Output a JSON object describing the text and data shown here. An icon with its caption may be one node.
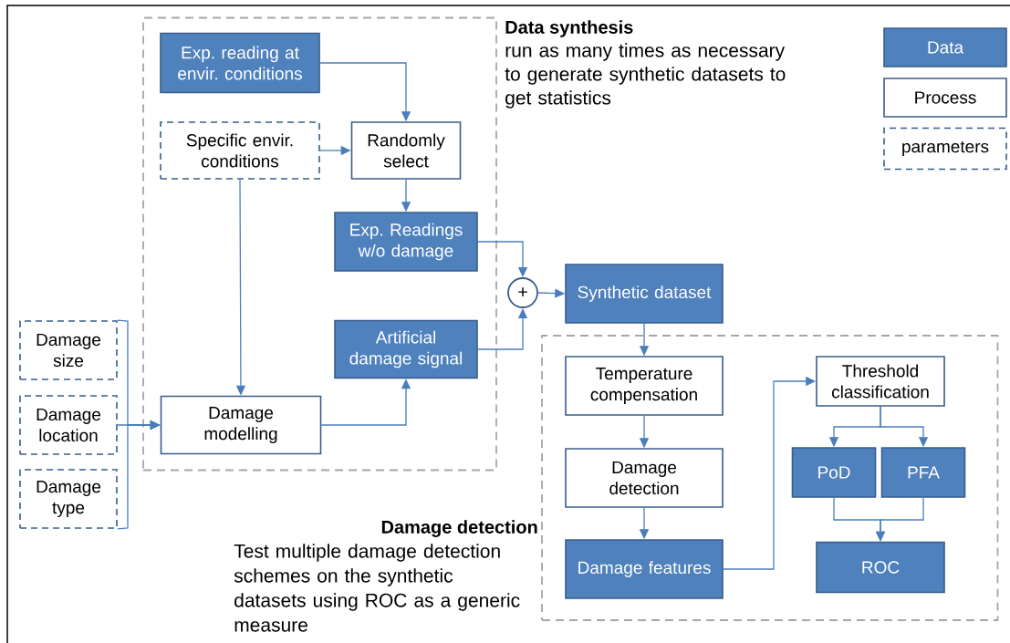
{
  "diagram": {
    "nodes": [
      {
        "text": [
          "Data synthesis",
          "run as many times as necessary to generate synthetic datasets to get statistics"
        ]
      },
      {
        "text": [
          "Exp. reading at envir. conditions"
        ],
        "in": 0
      },
      {
        "text": [
          "Specific envir. conditions"
        ],
        "in": 0
      },
      {
        "text": [
          "Randomly select"
        ],
        "in": 0
      },
      {
        "text": [
          "Exp. Readings w/o damage"
        ],
        "in": 0
      },
      {
        "text": [
          "Artificial damage signal"
        ],
        "in": 0
      },
      {
        "text": [
          "Damage modelling"
        ],
        "in": 0
      },
      {
        "text": [
          "Damage size"
        ]
      },
      {
        "text": [
          "Damage location"
        ]
      },
      {
        "text": [
          "Damage type"
        ]
      },
      {
        "text": [
          "+"
        ]
      },
      {
        "text": [
          "Synthetic dataset"
        ]
      },
      {
        "text": [
          "Damage detection",
          "Test multiple damage detection schemes on the synthetic datasets using ROC as a generic measure"
        ]
      },
      {
        "text": [
          "Temperature compensation"
        ],
        "in": 12
      },
      {
        "text": [
          "Damage detection"
        ],
        "in": 12
      },
      {
        "text": [
          "Damage features"
        ],
        "in": 12
      },
      {
        "text": [
          "Threshold classification"
        ],
        "in": 12
      },
      {
        "text": [
          "PoD"
        ],
        "in": 12
      },
      {
        "text": [
          "PFA"
        ],
        "in": 12
      },
      {
        "text": [
          "ROC"
        ],
        "in": 12
      }
    ],
    "edges": [
      {
        "from": 1,
        "to": 3,
        "arrow": "to"
      },
      {
        "from": 2,
        "to": 3,
        "arrow": "to"
      },
      {
        "from": 3,
        "to": 4,
        "arrow": "to"
      },
      {
        "from": 2,
        "to": 6,
        "arrow": "to"
      },
      {
        "from": 6,
        "to": 5,
        "arrow": "to"
      },
      {
        "from": 7,
        "to": 6,
        "arrow": "to"
      },
      {
        "from": 8,
        "to": 6,
        "arrow": "to"
      },
      {
        "from": 9,
        "to": 6,
        "arrow": "to"
      },
      {
        "from": 4,
        "to": 10,
        "arrow": "to"
      },
      {
        "from": 5,
        "to": 10,
        "arrow": "to"
      },
      {
        "from": 10,
        "to": 11,
        "arrow": "to"
      },
      {
        "from": 11,
        "to": 13,
        "arrow": "to"
      },
      {
        "from": 13,
        "to": 14,
        "arrow": "to"
      },
      {
        "from": 14,
        "to": 15,
        "arrow": "to"
      },
      {
        "from": 15,
        "to": 16,
        "arrow": "to"
      },
      {
        "from": 16,
        "to": 17,
        "arrow": "to"
      },
      {
        "from": 16,
        "to": 18,
        "arrow": "to"
      },
      {
        "from": 17,
        "to": 19,
        "arrow": "to"
      },
      {
        "from": 18,
        "to": 19,
        "arrow": "to"
      }
    ],
    "legend": [
      {
        "text": "Data",
        "color": "#4f81bd"
      },
      {
        "text": "Process"
      },
      {
        "text": "parameters"
      }
    ]
  }
}
